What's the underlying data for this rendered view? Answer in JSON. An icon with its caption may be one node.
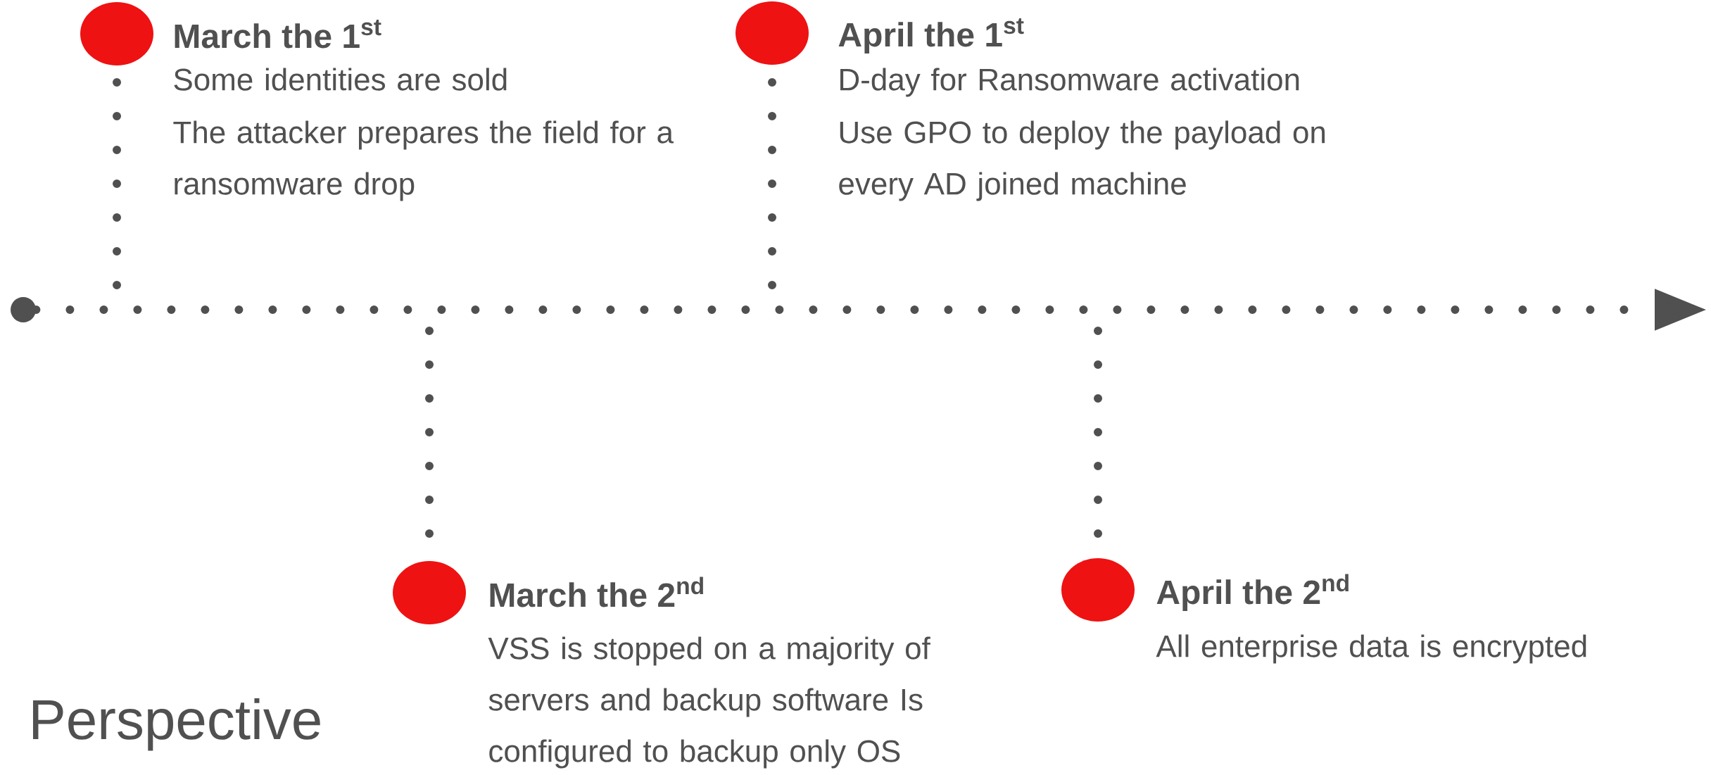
{
  "diagram": {
    "title": "Perspective",
    "nodes": [
      {
        "text": [],
        "shape": "circle"
      },
      {
        "text": [
          "March the 1$^{st}$",
          "Some identities are sold",
          "The attacker prepares the field for a ransomware drop"
        ]
      },
      {
        "text": [
          "March the 2$^{nd}$",
          "VSS is stopped on a majority of servers and backup software Is configured to backup only OS"
        ]
      },
      {
        "text": [
          "April the 1$^{st}$",
          "D-day for Ransomware activation",
          "Use GPO to deploy the payload on every AD joined machine"
        ]
      },
      {
        "text": [
          "April the 2$^{nd}$",
          "All enterprise data is encrypted"
        ]
      }
    ],
    "edges": [
      {
        "from": 0,
        "to": null,
        "arrow": "to"
      },
      {
        "from": null,
        "to": 1,
        "arrow": "none"
      },
      {
        "from": null,
        "to": 2,
        "arrow": "none"
      },
      {
        "from": null,
        "to": 3,
        "arrow": "none"
      },
      {
        "from": null,
        "to": 4,
        "arrow": "none"
      }
    ]
  }
}
